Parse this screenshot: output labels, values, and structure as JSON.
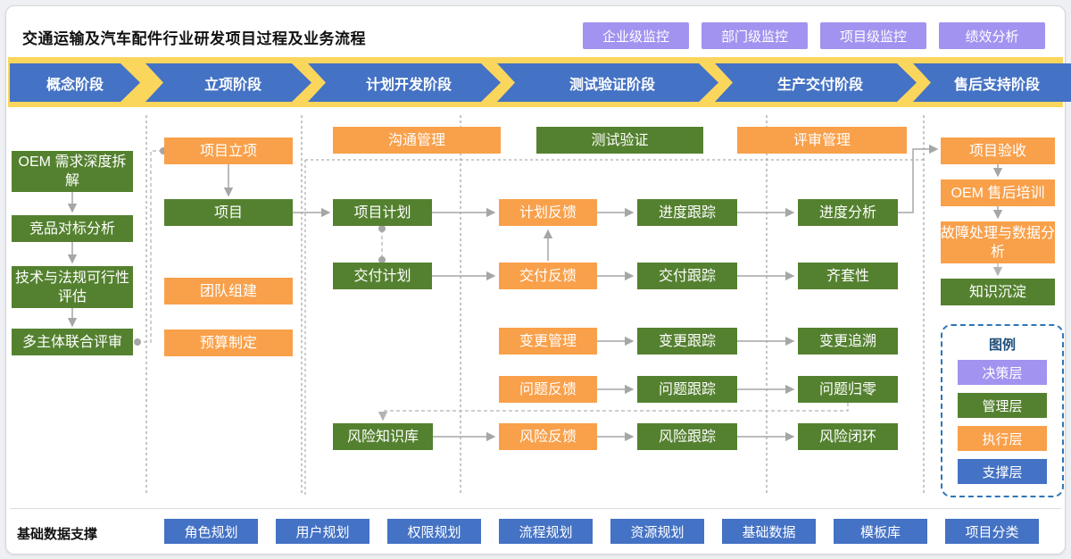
{
  "header": {
    "title": "交通运输及汽车配件行业研发项目过程及业务流程",
    "monitors": [
      "企业级监控",
      "部门级监控",
      "项目级监控",
      "绩效分析"
    ]
  },
  "phases": [
    "概念阶段",
    "立项阶段",
    "计划开发阶段",
    "测试验证阶段",
    "生产交付阶段",
    "售后支持阶段"
  ],
  "flow": {
    "concept": [
      "OEM 需求深度拆解",
      "竞品对标分析",
      "技术与法规可行性评估",
      "多主体联合评审"
    ],
    "initiation": {
      "project_initiation": "项目立项",
      "project": "项目",
      "team": "团队组建",
      "budget": "预算制定"
    },
    "headers": {
      "communication": "沟通管理",
      "testing": "测试验证",
      "review": "评审管理"
    },
    "plans": [
      "项目计划",
      "交付计划",
      "风险知识库"
    ],
    "feedback": [
      "计划反馈",
      "交付反馈",
      "变更管理",
      "问题反馈",
      "风险反馈"
    ],
    "tracking": [
      "进度跟踪",
      "交付跟踪",
      "变更跟踪",
      "问题跟踪",
      "风险跟踪"
    ],
    "analysis": [
      "进度分析",
      "齐套性",
      "变更追溯",
      "问题归零",
      "风险闭环"
    ],
    "aftersales": [
      "项目验收",
      "OEM 售后培训",
      "故障处理与数据分析",
      "知识沉淀"
    ]
  },
  "legend": {
    "title": "图例",
    "items": [
      {
        "label": "决策层",
        "color": "#a293f0"
      },
      {
        "label": "管理层",
        "color": "#54812f"
      },
      {
        "label": "执行层",
        "color": "#f9a04a"
      },
      {
        "label": "支撑层",
        "color": "#4472c4"
      }
    ]
  },
  "footer": {
    "label": "基础数据支撑",
    "buttons": [
      "角色规划",
      "用户规划",
      "权限规划",
      "流程规划",
      "资源规划",
      "基础数据",
      "模板库",
      "项目分类"
    ]
  },
  "colors": {
    "decision_purple": "#a293f0",
    "management_green": "#54812f",
    "execution_orange": "#f9a04a",
    "support_blue": "#4472c4",
    "banner_yellow": "#fbd65d",
    "connector_gray": "#a6a6a6"
  }
}
